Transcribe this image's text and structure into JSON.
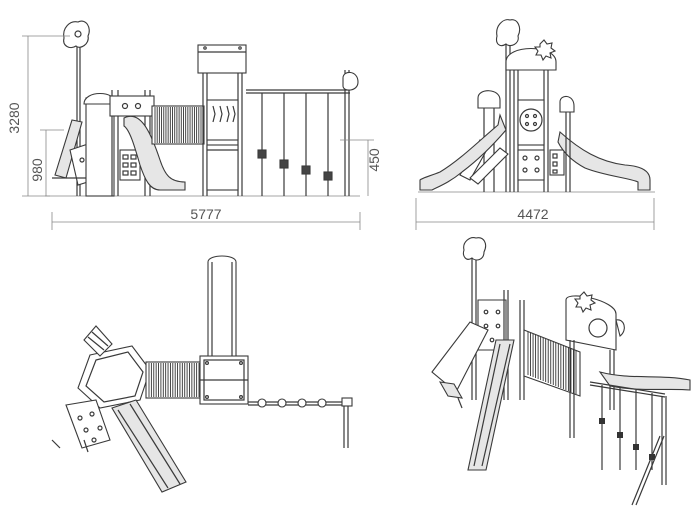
{
  "dimensions": {
    "height_total": "3280",
    "height_platform": "980",
    "height_bar": "450",
    "width_front": "5777",
    "width_side": "4472"
  },
  "colors": {
    "line": "#3a3a3a",
    "dimension_text": "#555555",
    "fill_light": "#e6e6e6",
    "background": "#ffffff"
  }
}
